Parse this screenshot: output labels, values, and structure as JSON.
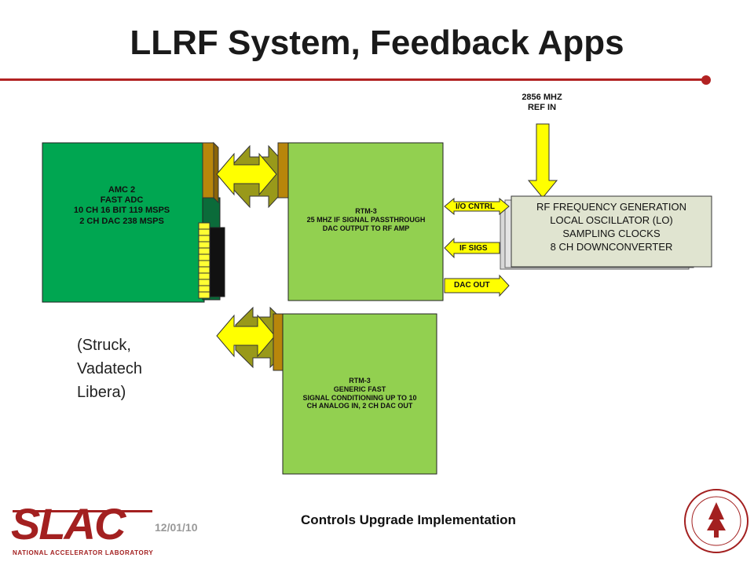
{
  "title": "LLRF System, Feedback Apps",
  "colors": {
    "accent": "#b22222",
    "card_green": "#00a651",
    "rtm_green": "#92d050",
    "arrow_yellow": "#ffff00",
    "olive": "#99991a",
    "connector_brown": "#b8860b",
    "rf_box": "#e0e4d0"
  },
  "ref_in": {
    "line1": "2856 MHZ",
    "line2": "REF IN"
  },
  "amc": {
    "lines": [
      "AMC 2",
      "FAST ADC",
      "10 CH 16 BIT 119 MSPS",
      "2 CH DAC 238 MSPS"
    ]
  },
  "rtm_top": {
    "lines": [
      "RTM-3",
      "25 MHZ IF SIGNAL PASSTHROUGH",
      "DAC OUTPUT TO RF AMP"
    ]
  },
  "rtm_bottom": {
    "lines": [
      "RTM-3",
      "GENERIC FAST",
      "SIGNAL CONDITIONING UP TO 10",
      "CH ANALOG IN, 2 CH DAC OUT"
    ]
  },
  "rf_gen": {
    "lines": [
      "RF FREQUENCY GENERATION",
      "LOCAL OSCILLATOR (LO)",
      "SAMPLING CLOCKS",
      "8 CH DOWNCONVERTER"
    ]
  },
  "signals": {
    "io": "I/O CNTRL",
    "if": "IF SIGS",
    "dac": "DAC OUT"
  },
  "vendors": {
    "line1": "(Struck,",
    "line2": "Vadatech",
    "line3": "Libera)"
  },
  "footer": {
    "date": "12/01/10",
    "center": "Controls Upgrade Implementation",
    "logo": "SLAC",
    "logo_sub": "NATIONAL ACCELERATOR LABORATORY"
  },
  "seal_icon": "stanford-seal-icon"
}
